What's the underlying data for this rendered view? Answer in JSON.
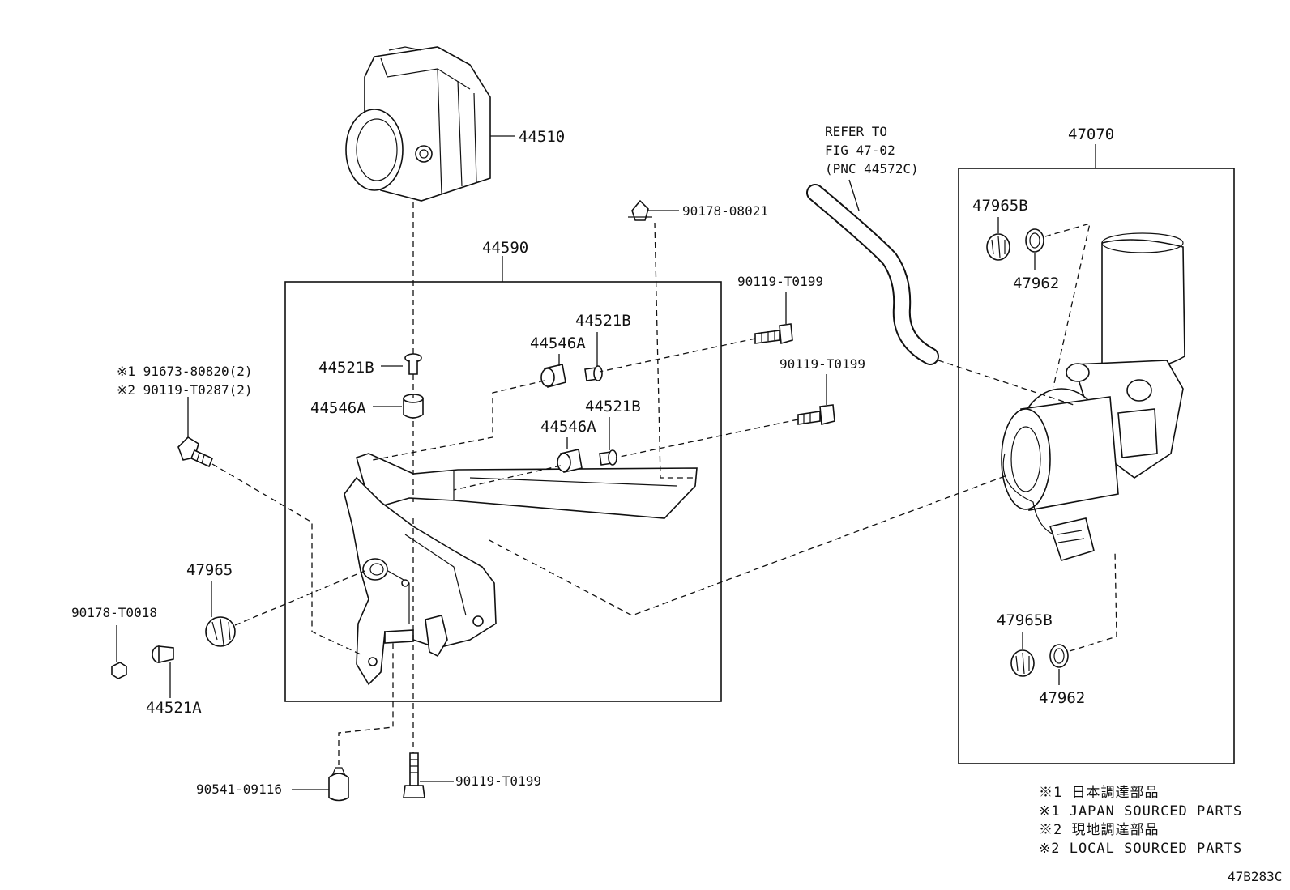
{
  "labels": {
    "l44510": "44510",
    "l44590": "44590",
    "l47070": "47070",
    "l90178_08021": "90178-08021",
    "l90119_t0199_a": "90119-T0199",
    "l90119_t0199_b": "90119-T0199",
    "l90119_t0199_c": "90119-T0199",
    "l44521b_a": "44521B",
    "l44521b_b": "44521B",
    "l44521b_c": "44521B",
    "l44546a_a": "44546A",
    "l44546a_b": "44546A",
    "l44546a_c": "44546A",
    "l91673": "※1 91673-80820(2)",
    "l90119_t0287": "※2 90119-T0287(2)",
    "l47965": "47965",
    "l90178_t0018": "90178-T0018",
    "l44521a": "44521A",
    "l90541": "90541-09116",
    "l47965b_a": "47965B",
    "l47962_a": "47962",
    "l47965b_b": "47965B",
    "l47962_b": "47962",
    "refer1": "REFER TO",
    "refer2": "FIG 47-02",
    "refer3": "(PNC 44572C)"
  },
  "notes": {
    "n1": "※1 日本調達部品",
    "n2": "※1 JAPAN SOURCED PARTS",
    "n3": "※2 現地調達部品",
    "n4": "※2 LOCAL SOURCED PARTS"
  },
  "diagram_code": "47B283C"
}
